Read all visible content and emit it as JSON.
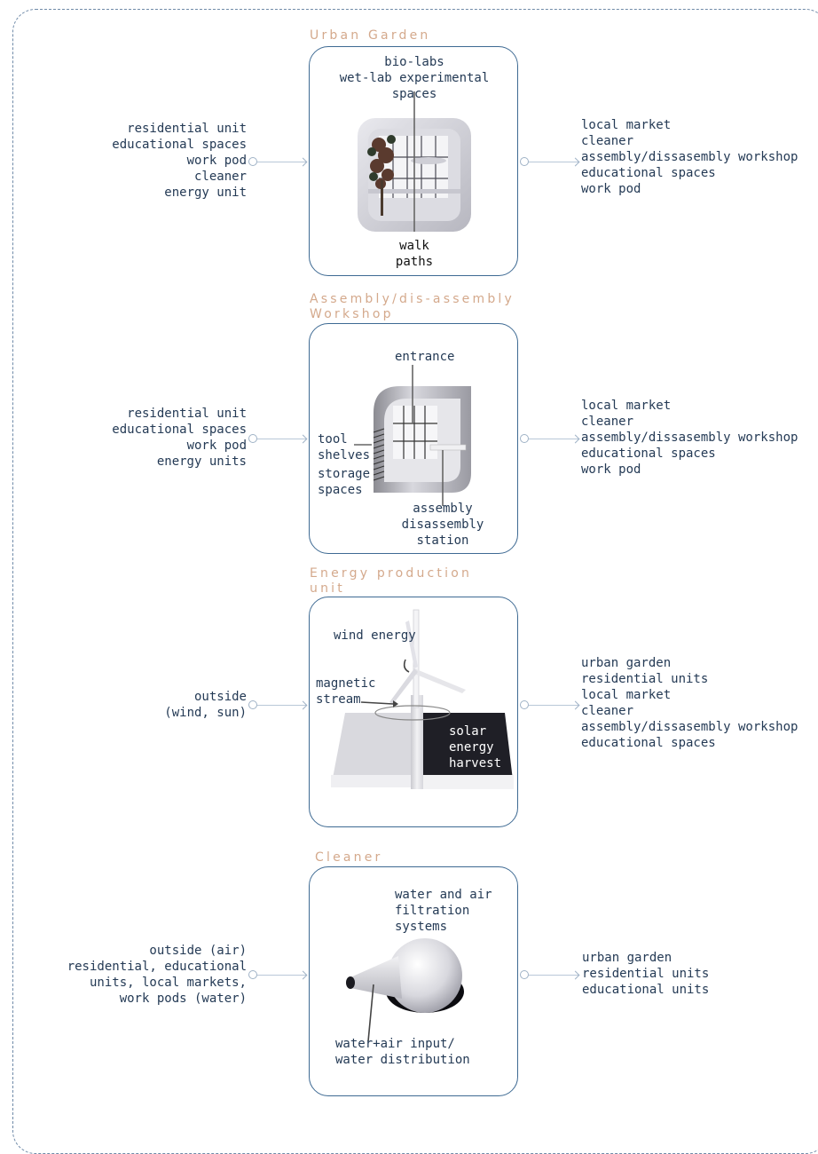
{
  "modules": [
    {
      "title": "Urban Garden",
      "inputs": [
        "residential unit",
        "educational spaces",
        "work pod",
        "cleaner",
        "energy unit"
      ],
      "outputs": [
        "local market",
        "cleaner",
        "assembly/dissasembly workshop",
        "educational spaces",
        "work pod"
      ],
      "labels": {
        "top": "bio-labs\nwet-lab experimental\nspaces",
        "bottom": "walk\npaths"
      }
    },
    {
      "title": "Assembly/dis-assembly\nWorkshop",
      "inputs": [
        "residential unit",
        "educational spaces",
        "work pod",
        "energy units"
      ],
      "outputs": [
        "local market",
        "cleaner",
        "assembly/dissasembly workshop",
        "educational spaces",
        "work pod"
      ],
      "labels": {
        "entrance": "entrance",
        "tool": "tool\nshelves",
        "storage": "storage\nspaces",
        "station": "assembly\ndisassembly\nstation"
      }
    },
    {
      "title": "Energy production\nunit",
      "inputs": [
        "outside",
        "(wind, sun)"
      ],
      "outputs": [
        "urban garden",
        "residential units",
        "local market",
        "cleaner",
        "assembly/dissasembly workshop",
        "educational spaces"
      ],
      "labels": {
        "wind": "wind energy",
        "magnetic": "magnetic\nstream",
        "solar": "solar\nenergy\nharvest"
      }
    },
    {
      "title": "Cleaner",
      "inputs": [
        "outside (air)",
        "residential, educational",
        "units, local markets,",
        "work pods (water)"
      ],
      "outputs": [
        "urban garden",
        "residential units",
        "educational units"
      ],
      "labels": {
        "filtration": "water and air\nfiltration\nsystems",
        "input": "water+air input/\nwater distribution"
      }
    }
  ]
}
